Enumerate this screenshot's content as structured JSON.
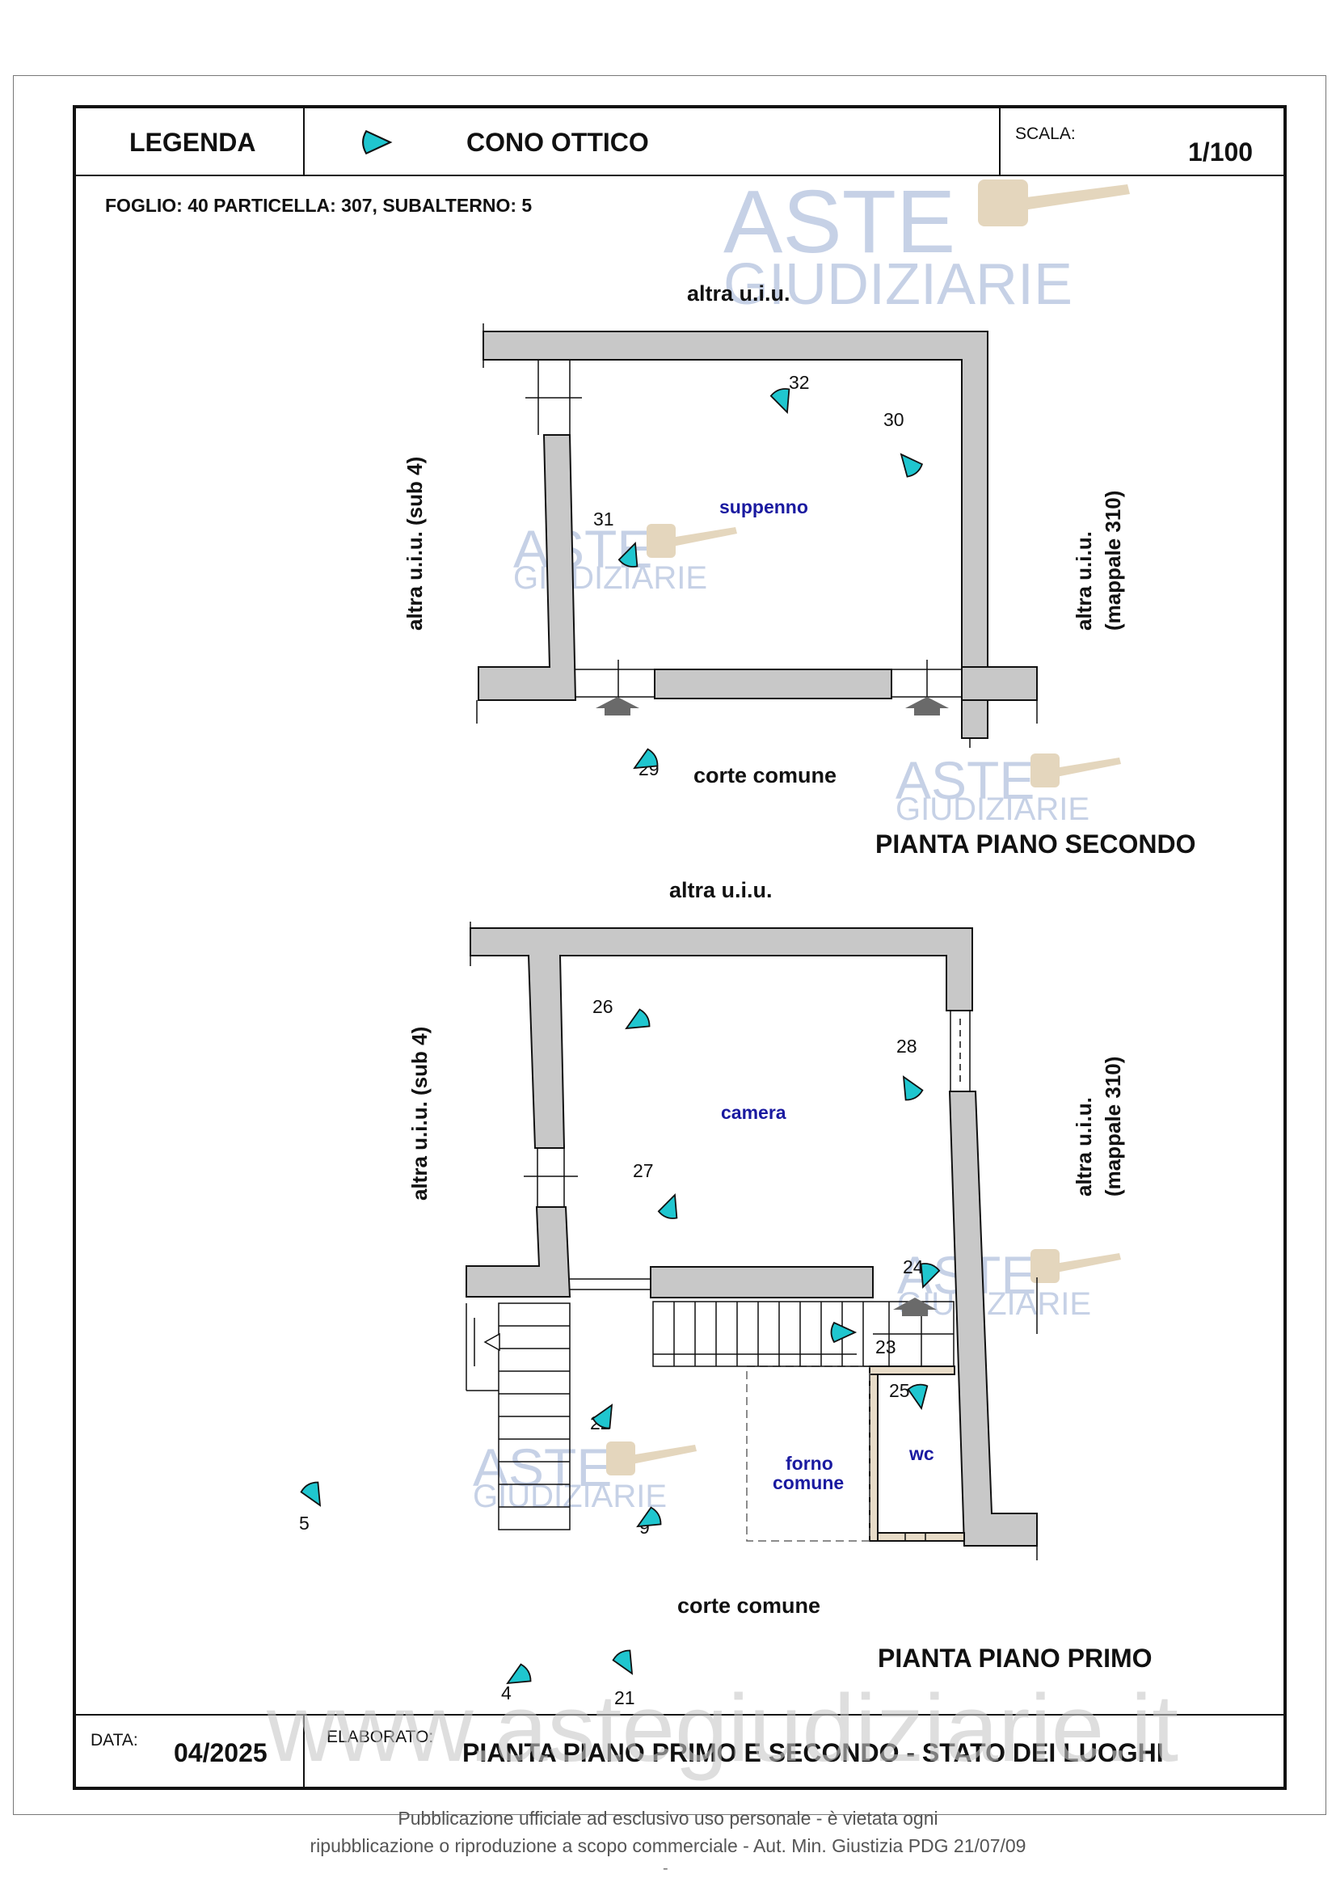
{
  "header": {
    "legenda": "LEGENDA",
    "cono_ottico": "CONO OTTICO",
    "scala_label": "SCALA:",
    "scala_value": "1/100"
  },
  "foglio": "FOGLIO: 40 PARTICELLA: 307, SUBALTERNO: 5",
  "plan_second": {
    "title": "PIANTA  PIANO  SECONDO",
    "top_label": "altra u.i.u.",
    "left_label": "altra u.i.u. (sub 4)",
    "right_label_1": "altra u.i.u.",
    "right_label_2": "(mappale 310)",
    "room": "suppenno",
    "bottom_label": "corte comune",
    "view_numbers": [
      "32",
      "30",
      "31",
      "29"
    ]
  },
  "plan_first": {
    "title": "PIANTA  PIANO  PRIMO",
    "top_label": "altra u.i.u.",
    "left_label": "altra u.i.u. (sub 4)",
    "right_label_1": "altra u.i.u.",
    "right_label_2": "(mappale 310)",
    "room_camera": "camera",
    "room_forno_1": "forno",
    "room_forno_2": "comune",
    "room_wc": "wc",
    "bottom_label": "corte comune",
    "view_numbers": [
      "26",
      "28",
      "27",
      "24",
      "23",
      "25",
      "22",
      "9",
      "5",
      "4",
      "21"
    ]
  },
  "footer": {
    "data_label": "DATA:",
    "data_value": "04/2025",
    "elaborato_label": "ELABORATO:",
    "elaborato_value": "PIANTA PIANO PRIMO E SECONDO - STATO DEI LUOGHI"
  },
  "publication": {
    "line1": "Pubblicazione ufficiale ad esclusivo uso personale - è vietata ogni",
    "line2": "ripubblicazione o riproduzione a scopo commerciale - Aut. Min. Giustizia PDG 21/07/09",
    "dash": "-"
  },
  "watermark": {
    "aste": "ASTE",
    "giudiziarie": "GIUDIZIARIE",
    "site": "www.astegiudiziarie.it"
  },
  "colors": {
    "wall_fill": "#c8c8c8",
    "room_label": "#1a1aa0",
    "view_cone": "#1fc6cf",
    "watermark": "#b4c2de",
    "arrow": "#6a6a6a"
  }
}
